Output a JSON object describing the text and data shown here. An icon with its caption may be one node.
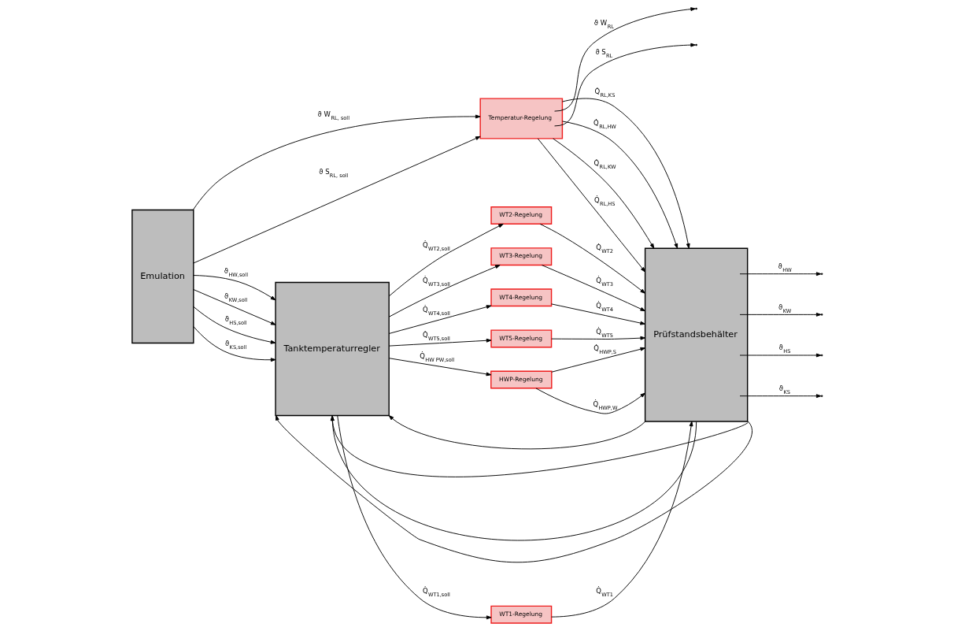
{
  "diagram": {
    "nodes": [
      {
        "text": [
          "Emulation"
        ]
      },
      {
        "text": [
          "Tanktemperaturregler"
        ]
      },
      {
        "text": [
          "WT1-Regelung"
        ]
      },
      {
        "text": [
          "WT2-Regelung"
        ]
      },
      {
        "text": [
          "WT3-Regelung"
        ]
      },
      {
        "text": [
          "WT4-Regelung"
        ]
      },
      {
        "text": [
          "WT5-Regelung"
        ]
      },
      {
        "text": [
          "HWP-Regelung"
        ]
      },
      {
        "text": [
          "Temperatur-Regelung"
        ]
      },
      {
        "text": [
          "Prüfstandsbehälter"
        ]
      }
    ],
    "edges": [
      {
        "from": 0,
        "to": 8,
        "arrow": "to",
        "label": "ϑ W$_{RL, soll}$"
      },
      {
        "from": 0,
        "to": 8,
        "arrow": "to",
        "label": "ϑ S$_{RL, soll}$"
      },
      {
        "from": 0,
        "to": 1,
        "arrow": "to",
        "label": "ϑ$_{HW,soll}$"
      },
      {
        "from": 0,
        "to": 1,
        "arrow": "to",
        "label": "ϑ$_{KW,soll}$"
      },
      {
        "from": 0,
        "to": 1,
        "arrow": "to",
        "label": "ϑ$_{HS,soll}$"
      },
      {
        "from": 0,
        "to": 1,
        "arrow": "to",
        "label": "ϑ$_{KS,soll}$"
      },
      {
        "from": 1,
        "to": 2,
        "arrow": "to",
        "label": "Q̇$_{WT1,soll}$"
      },
      {
        "from": 1,
        "to": 3,
        "arrow": "to",
        "label": "Q̇$_{WT2,soll}$"
      },
      {
        "from": 1,
        "to": 4,
        "arrow": "to",
        "label": "Q̇$_{WT3,soll}$"
      },
      {
        "from": 1,
        "to": 5,
        "arrow": "to",
        "label": "Q̇$_{WT4,soll}$"
      },
      {
        "from": 1,
        "to": 6,
        "arrow": "to",
        "label": "Q̇$_{WT5,soll}$"
      },
      {
        "from": 1,
        "to": 7,
        "arrow": "to",
        "label": "Q̇$_{HW PW,soll}$"
      },
      {
        "from": 2,
        "to": 9,
        "arrow": "to",
        "label": "Q̇$_{WT1}$"
      },
      {
        "from": 3,
        "to": 9,
        "arrow": "to",
        "label": "Q̇$_{WT2}$"
      },
      {
        "from": 4,
        "to": 9,
        "arrow": "to",
        "label": "Q̇$_{WT3}$"
      },
      {
        "from": 5,
        "to": 9,
        "arrow": "to",
        "label": "Q̇$_{WT4}$"
      },
      {
        "from": 6,
        "to": 9,
        "arrow": "to",
        "label": "Q̇$_{WT5}$"
      },
      {
        "from": 7,
        "to": 9,
        "arrow": "to",
        "label": "Q̇$_{HWP,W}$"
      },
      {
        "from": 7,
        "to": 9,
        "arrow": "to",
        "label": "Q̇$_{HWP,S}$"
      },
      {
        "from": 8,
        "to": 9,
        "arrow": "to",
        "label": "Q̇$_{RL,HS}$"
      },
      {
        "from": 8,
        "to": 9,
        "arrow": "to",
        "label": "Q̇$_{RL,KS}$"
      },
      {
        "from": 8,
        "to": 9,
        "arrow": "to",
        "label": "Q̇$_{RL,HW}$"
      },
      {
        "from": 8,
        "to": 9,
        "arrow": "to",
        "label": "Q̇$_{RL,KW}$"
      },
      {
        "from": 8,
        "to": null,
        "arrow": "to",
        "label": "ϑ W$_{RL}$"
      },
      {
        "from": 8,
        "to": null,
        "arrow": "to",
        "label": "ϑ S$_{RL}$"
      },
      {
        "from": 9,
        "to": null,
        "arrow": "to",
        "label": "ϑ$_{HW}$"
      },
      {
        "from": 9,
        "to": null,
        "arrow": "to",
        "label": "ϑ$_{KW}$"
      },
      {
        "from": 9,
        "to": null,
        "arrow": "to",
        "label": "ϑ$_{HS}$"
      },
      {
        "from": 9,
        "to": null,
        "arrow": "to",
        "label": "ϑ$_{KS}$"
      },
      {
        "from": 9,
        "to": 1,
        "arrow": "to"
      },
      {
        "from": 9,
        "to": 1,
        "arrow": "to"
      },
      {
        "from": 9,
        "to": 1,
        "arrow": "to"
      },
      {
        "from": 9,
        "to": 1,
        "arrow": "to"
      }
    ]
  }
}
